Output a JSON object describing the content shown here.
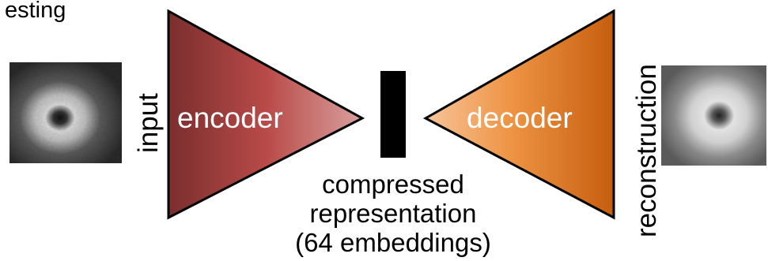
{
  "labels": {
    "top_left_fragment": "esting",
    "input": "input",
    "encoder": "encoder",
    "decoder": "decoder",
    "reconstruction": "reconstruction",
    "compressed_line1": "compressed",
    "compressed_line2": "representation",
    "compressed_line3": "(64 embeddings)"
  },
  "colors": {
    "encoder_dark": "#7a2e2e",
    "encoder_mid": "#b84a48",
    "encoder_light": "#d08a88",
    "decoder_light": "#f4b27e",
    "decoder_mid": "#ea8a3a",
    "decoder_dark": "#c65e0f",
    "latent_bar": "#000000"
  },
  "icons": [
    "input-image-thumbnail",
    "reconstruction-image-thumbnail"
  ]
}
